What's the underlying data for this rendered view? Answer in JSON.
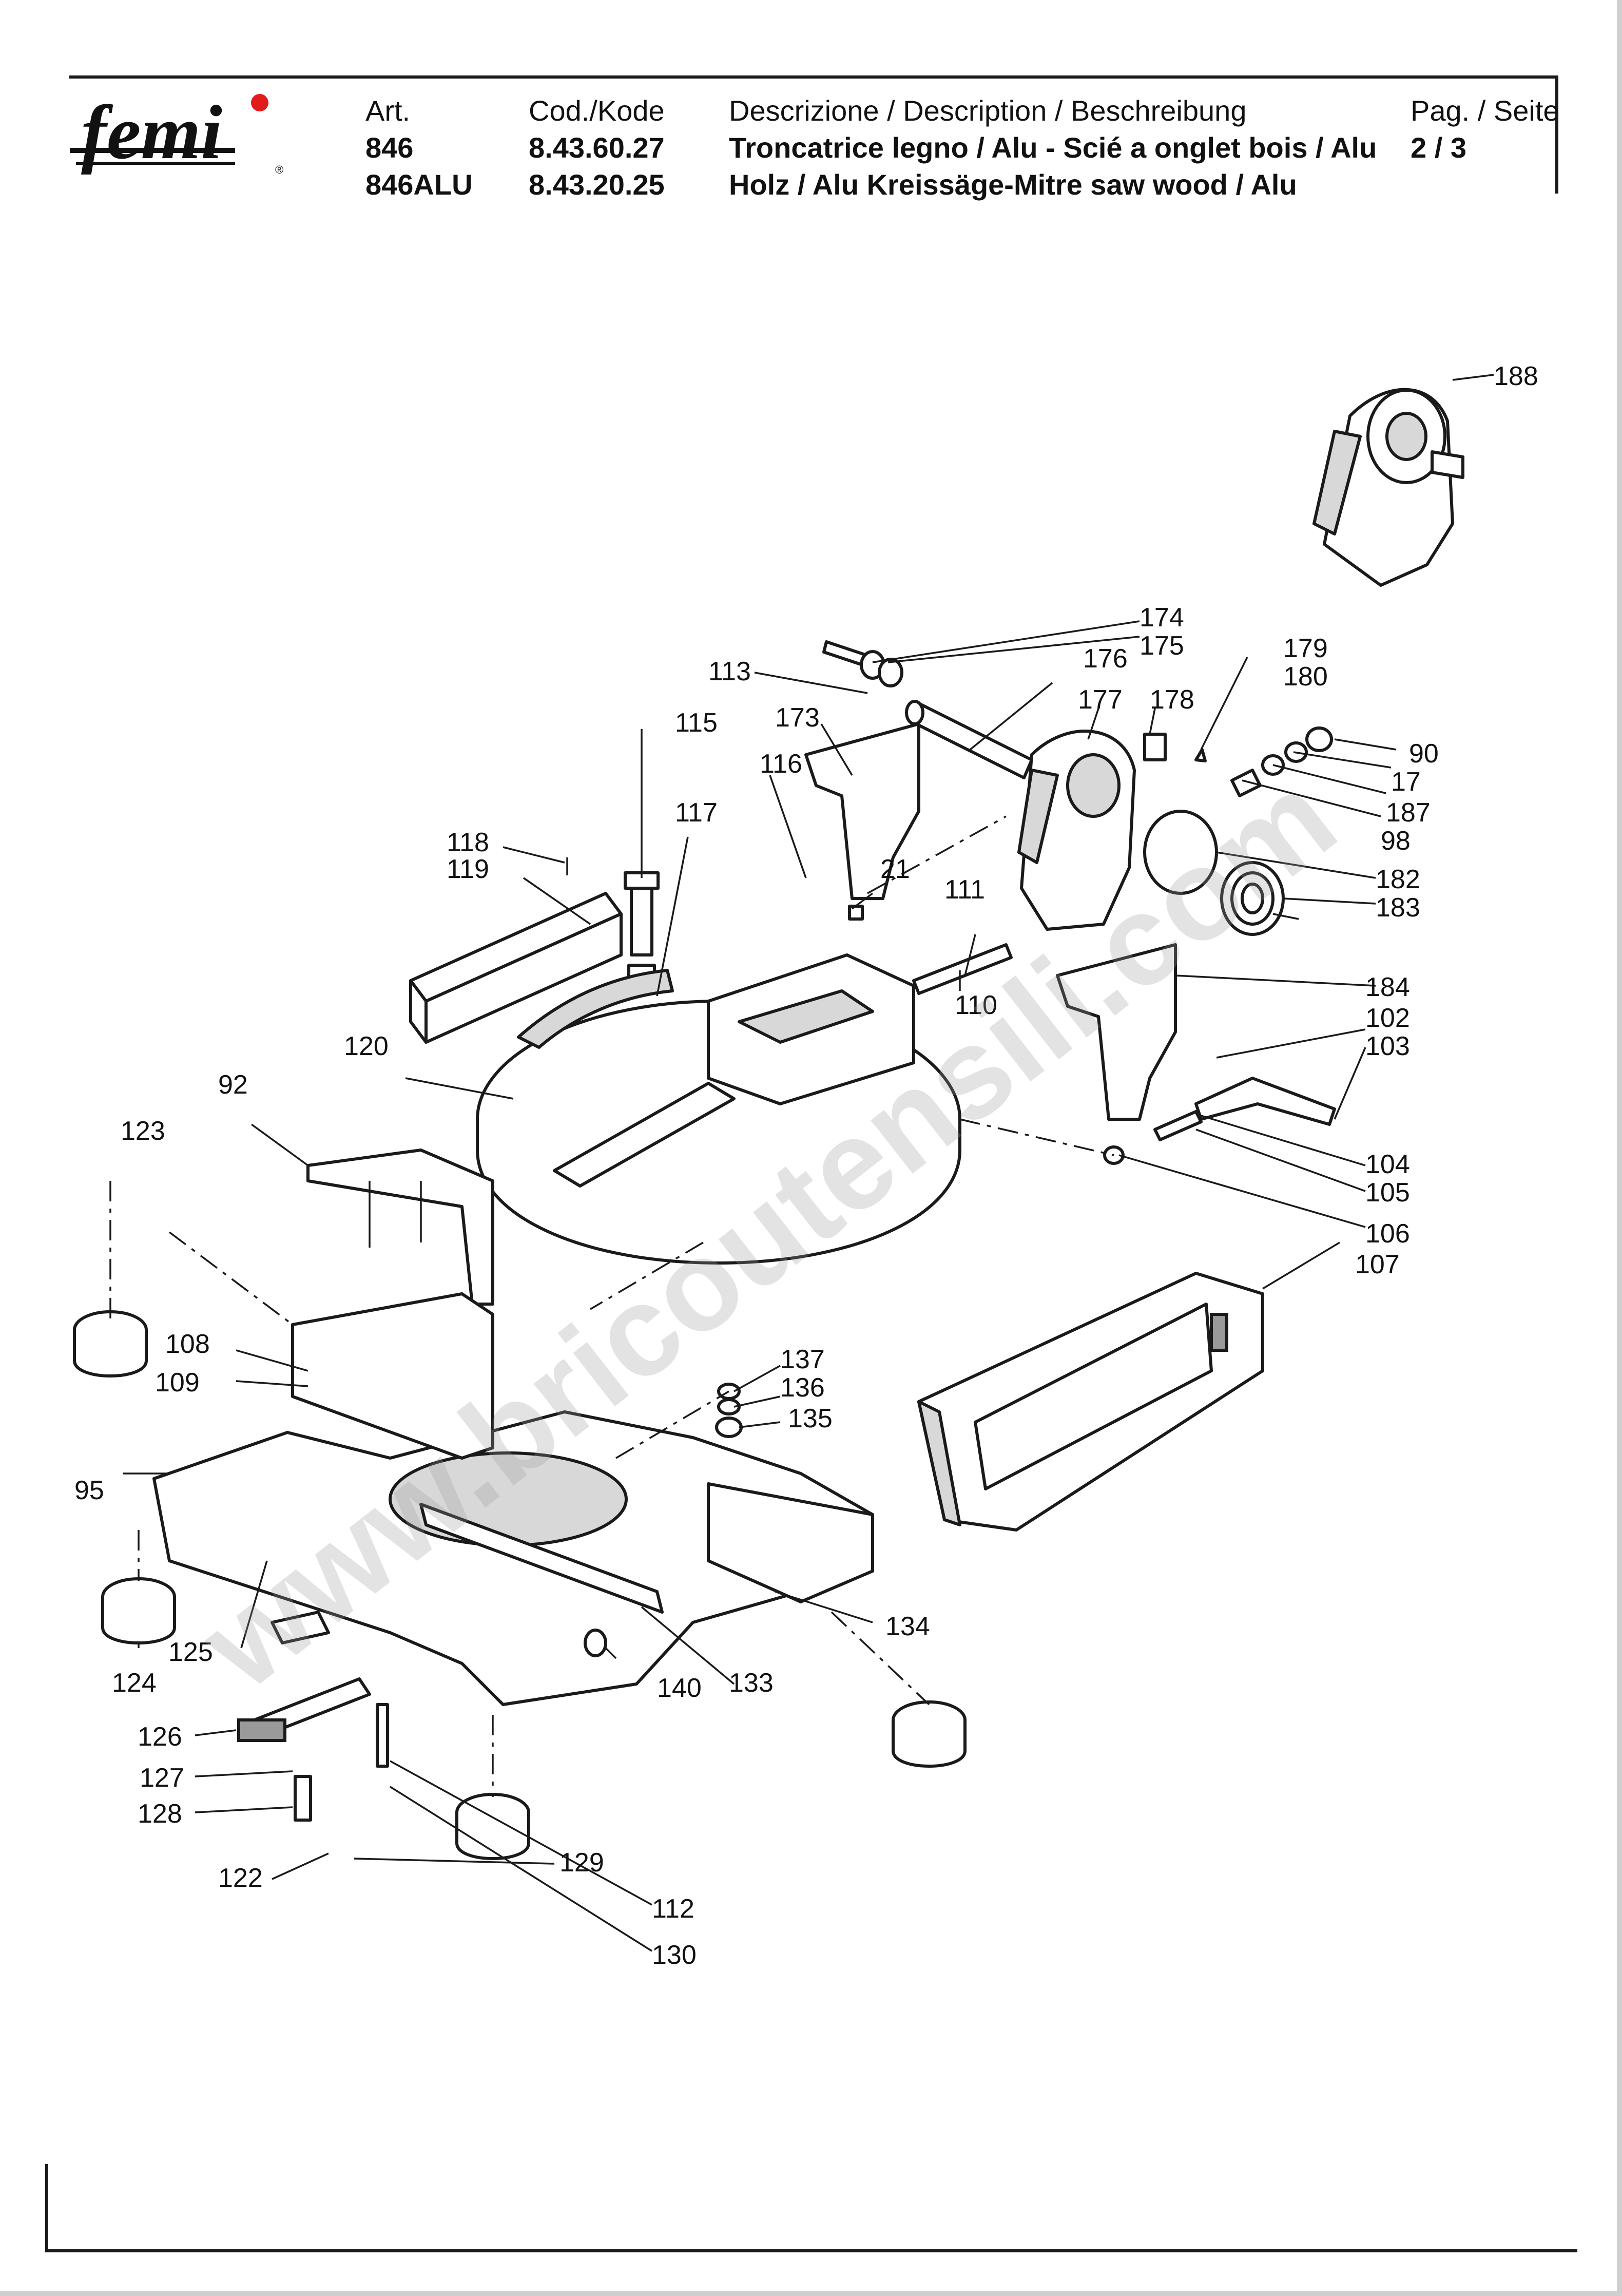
{
  "header": {
    "logo_text": "femi",
    "art_label": "Art.",
    "art_values": [
      "846",
      "846ALU"
    ],
    "code_label": "Cod./Kode",
    "code_values": [
      "8.43.60.27",
      "8.43.20.25"
    ],
    "desc_label": "Descrizione / Description / Beschreibung",
    "desc_lines": [
      "Troncatrice legno / Alu - Scié a onglet bois / Alu",
      "Holz / Alu Kreissäge-Mitre saw wood / Alu"
    ],
    "page_label": "Pag. / Seite",
    "page_value": "2 / 3"
  },
  "watermark": "www.bricoutensili.com",
  "callouts": [
    "188",
    "174",
    "175",
    "113",
    "176",
    "179",
    "180",
    "177",
    "178",
    "90",
    "17",
    "187",
    "98",
    "115",
    "173",
    "116",
    "117",
    "21",
    "182",
    "183",
    "118",
    "119",
    "111",
    "110",
    "184",
    "102",
    "103",
    "120",
    "92",
    "104",
    "105",
    "106",
    "123",
    "107",
    "137",
    "136",
    "108",
    "135",
    "109",
    "95",
    "134",
    "124",
    "125",
    "140",
    "133",
    "126",
    "127",
    "112",
    "128",
    "130",
    "122",
    "129"
  ]
}
